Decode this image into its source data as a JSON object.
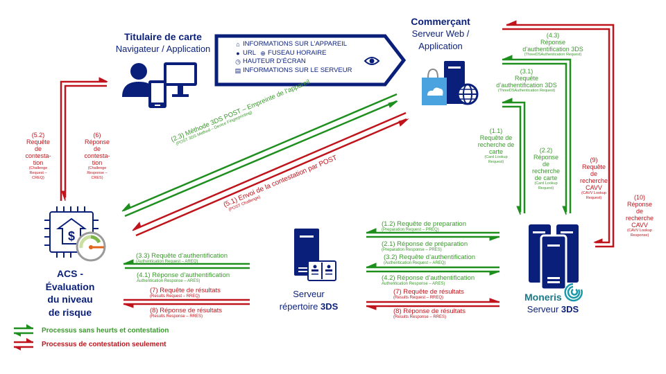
{
  "colors": {
    "navy": "#0a1f7a",
    "green": "#3a9a2c",
    "red": "#c0141c",
    "teal": "#1a9aa8",
    "light_blue": "#4aa3df"
  },
  "entities": {
    "cardholder": {
      "title": "Titulaire de carte",
      "subtitle": "Navigateur / Application",
      "icon": "user-devices-icon"
    },
    "merchant": {
      "title": "Commerçant",
      "subtitle_line1": "Serveur Web /",
      "subtitle_line2": "Application",
      "icon": "web-store-server-icon"
    },
    "acs": {
      "line1": "ACS -",
      "line2": "Évaluation",
      "line3": "du niveau",
      "line4": "de risque",
      "icon": "acs-risk-chip-icon"
    },
    "directory": {
      "line1": "Serveur",
      "line2_prefix": "répertoire ",
      "line2_bold": "3DS",
      "icon": "directory-server-icon"
    },
    "threeds_server": {
      "brand": "Moneris",
      "prefix": "Serveur ",
      "bold": "3DS",
      "icon": "server-cluster-icon"
    }
  },
  "info_box": {
    "items": [
      {
        "icon": "home-icon",
        "text": "INFORMATIONS SUR L’APPAREIL"
      },
      {
        "icon": "pin-icon",
        "text": "URL",
        "icon2": "globe-icon",
        "text2": "FUSEAU HORAIRE"
      },
      {
        "icon": "timer-icon",
        "text": "HAUTEUR D’ÉCRAN"
      },
      {
        "icon": "server-info-icon",
        "text": "INFORMATIONS SUR LE SERVEUR"
      }
    ],
    "eye_icon": "eye-icon"
  },
  "flows": {
    "f4_3": {
      "num": "(4.3)",
      "l1": "Réponse",
      "l2": "d’authentification 3DS",
      "sub": "(ThreeDSAuthentication Request)"
    },
    "f3_1": {
      "num": "(3.1)",
      "l1": "Requête",
      "l2": "d’authentification 3DS",
      "sub": "(ThreeDSAuthentication Request)"
    },
    "f1_1": {
      "num": "(1.1)",
      "l1": "Requête de",
      "l2": "recherche de",
      "l3": "carte",
      "sub1": "(Card Lookup",
      "sub2": "Request)"
    },
    "f2_2": {
      "num": "(2.2)",
      "l1": "Réponse",
      "l2": "de",
      "l3": "recherche",
      "l4": "de carte",
      "sub1": "(Card Lookup",
      "sub2": "Request)"
    },
    "f9": {
      "num": "(9)",
      "l1": "Requête",
      "l2": "de",
      "l3": "recherche",
      "l4": "CAVV",
      "sub1": "(CAVV Lookup",
      "sub2": "Request)"
    },
    "f10": {
      "num": "(10)",
      "l1": "Réponse",
      "l2": "de",
      "l3": "recherche",
      "l4": "CAVV",
      "sub1": "(CAVV Lookup",
      "sub2": "Response)"
    },
    "f5_2": {
      "num": "(5.2)",
      "l1": "Requête",
      "l2": "de",
      "l3": "contesta-",
      "l4": "tion",
      "sub1": "(Challenge",
      "sub2": "Request –",
      "sub3": "CREQ)"
    },
    "f6": {
      "num": "(6)",
      "l1": "Réponse",
      "l2": "de",
      "l3": "contesta-",
      "l4": "tion",
      "sub1": "(Challenge",
      "sub2": "Response –",
      "sub3": "CRES)"
    },
    "f2_3": {
      "main": "(2.3) Méthode 3DS POST – Empreinte de l’appareil",
      "sub": "(POST 3DS Method – Device Fingerprinting)"
    },
    "f5_1": {
      "main": "(5.1) Envoi de la contestation par POST",
      "sub": "(POST Challenge)"
    },
    "f3_3": {
      "main": "(3.3) Requête d’authentification",
      "sub": "(Authentication Request – AREQ)"
    },
    "f4_1": {
      "main": "(4.1) Réponse d’authentification",
      "sub": "Authentication Response – ARES)"
    },
    "f7_left": {
      "main": "(7) Requête de résultats",
      "sub": "(Results Request – RREQ)"
    },
    "f8_left": {
      "main": "(8) Réponse de résultats",
      "sub": "(Results Response – RRES)"
    },
    "f1_2": {
      "main": "(1.2) Requête de preparation",
      "sub": "(Preparation Request – PREQ)"
    },
    "f2_1": {
      "main": "(2.1) Réponse de préparation",
      "sub": "(Preparation Response – PRES)"
    },
    "f3_2": {
      "main": "(3.2) Requête d’authentification",
      "sub": "(Authentication Request – AREQ)"
    },
    "f4_2": {
      "main": "(4.2) Réponse d’authentification",
      "sub": "Authentication Response – ARES)"
    },
    "f7_right": {
      "main": "(7) Requête de résultats",
      "sub": "(Results Request – RREQ)"
    },
    "f8_right": {
      "main": "(8) Réponse de résultats",
      "sub": "(Results Response – RRES)"
    }
  },
  "legend": {
    "items": [
      {
        "label": "Processus sans heurts et contestation",
        "color": "green"
      },
      {
        "label": "Processus de contestation seulement",
        "color": "red"
      }
    ]
  }
}
